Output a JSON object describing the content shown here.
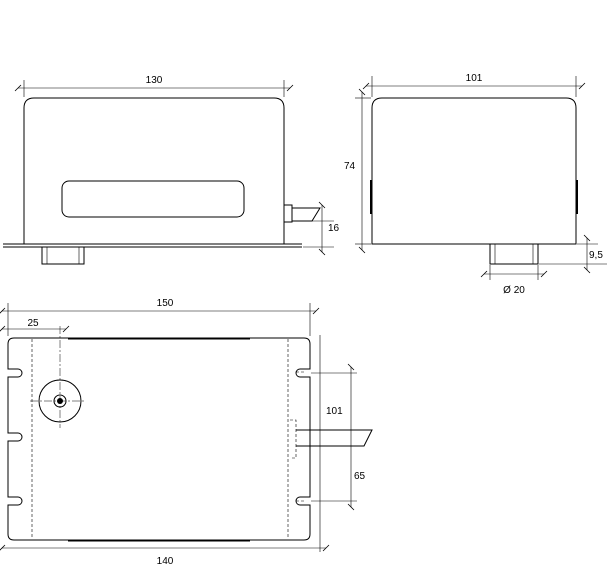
{
  "views": {
    "front": {
      "width_label": "130",
      "cable_height_label": "16"
    },
    "side": {
      "width_label": "101",
      "height_label": "74",
      "gland_offset_label": "9,5",
      "gland_diameter_label": "Ø 20"
    },
    "top": {
      "overall_width_label": "150",
      "hole_offset_label": "25",
      "slot_pitch_label": "101",
      "slot_span_label": "65",
      "base_width_label": "140"
    }
  }
}
